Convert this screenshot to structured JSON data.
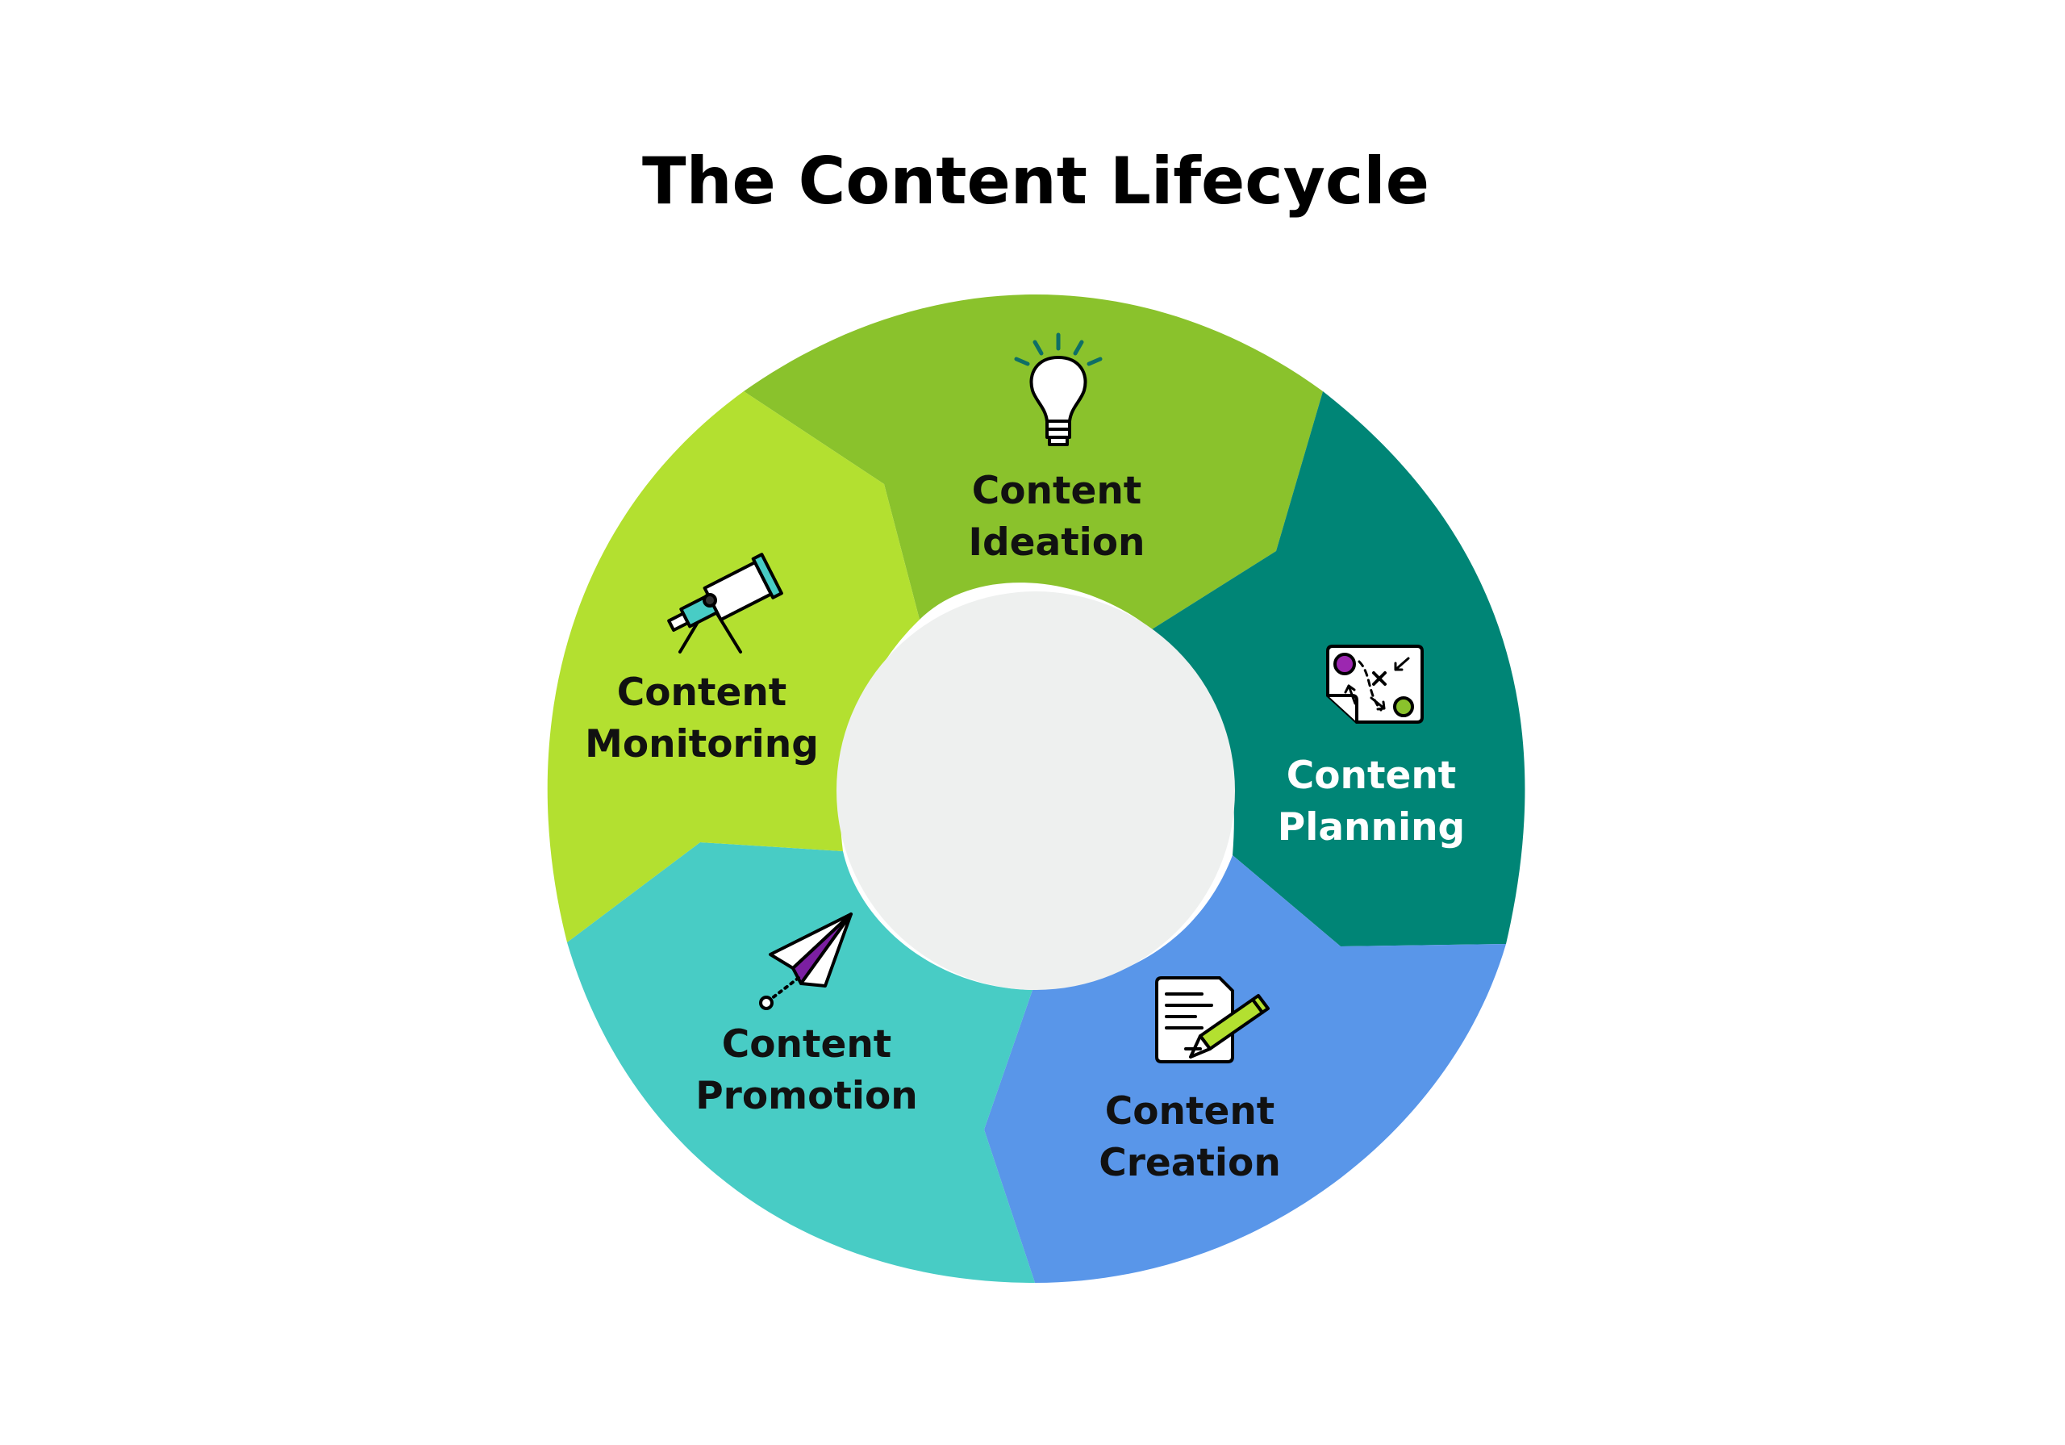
{
  "title": "The Content Lifecycle",
  "colors": {
    "background": "#ffffff",
    "center": "#eef0ef",
    "ink": "#000000"
  },
  "segments": [
    {
      "id": "ideation",
      "line1": "Content",
      "line2": "Ideation",
      "color": "#8ac22c",
      "text_color": "#111111",
      "icon": "lightbulb-icon"
    },
    {
      "id": "planning",
      "line1": "Content",
      "line2": "Planning",
      "color": "#008576",
      "text_color": "#ffffff",
      "icon": "strategy-map-icon"
    },
    {
      "id": "creation",
      "line1": "Content",
      "line2": "Creation",
      "color": "#5996e9",
      "text_color": "#111111",
      "icon": "document-pencil-icon"
    },
    {
      "id": "promotion",
      "line1": "Content",
      "line2": "Promotion",
      "color": "#48ccc5",
      "text_color": "#111111",
      "icon": "paper-plane-icon"
    },
    {
      "id": "monitoring",
      "line1": "Content",
      "line2": "Monitoring",
      "color": "#b3e030",
      "text_color": "#111111",
      "icon": "telescope-icon"
    }
  ]
}
